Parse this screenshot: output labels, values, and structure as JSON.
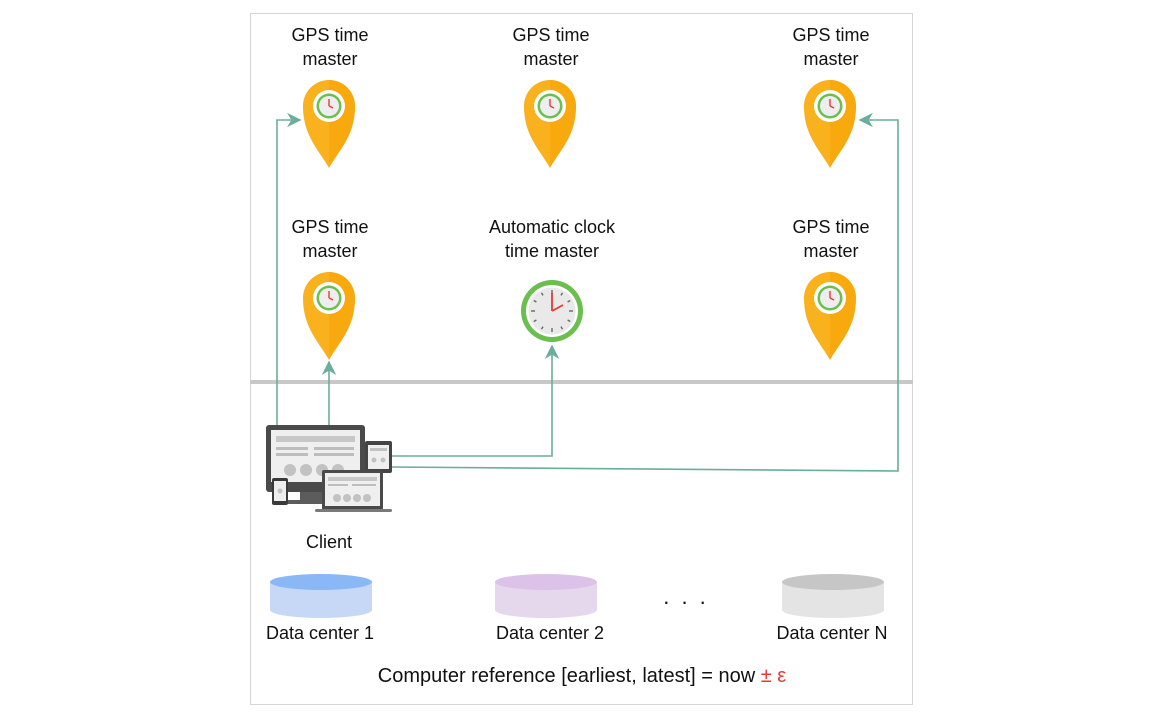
{
  "masters": {
    "top_left": "GPS time\nmaster",
    "top_center": "GPS time\nmaster",
    "top_right": "GPS time\nmaster",
    "mid_left": "GPS time\nmaster",
    "mid_center": "Automatic clock\ntime master",
    "mid_right": "GPS time\nmaster"
  },
  "client": {
    "label": "Client"
  },
  "datacenters": [
    {
      "label": "Data center 1",
      "color": "#9ec0f5"
    },
    {
      "label": "Data center 2",
      "color": "#dcc6e8"
    },
    {
      "label": "Data center N",
      "color": "#d4d4d4"
    }
  ],
  "ellipsis": ". . .",
  "caption": {
    "text": "Computer reference [earliest, latest] = now ",
    "symbol": "± ε"
  },
  "colors": {
    "pin": "#f9b11d",
    "arrow": "#6aae9b",
    "clock_ring": "#6bbf4e",
    "divider": "#c8c8c8"
  },
  "icons": [
    "map-pin-icon",
    "clock-icon",
    "devices-icon",
    "database-icon"
  ]
}
